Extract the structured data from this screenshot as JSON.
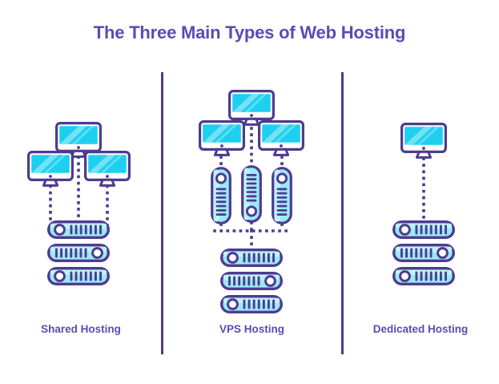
{
  "title": "The Three Main Types of Web Hosting",
  "theme": {
    "background": "#ffffff",
    "outline": "#4e3b8f",
    "title_color": "#5b4ab5",
    "label_color": "#5b4ab5",
    "screen_cyan": "#1ed0ef",
    "screen_cyan_dark": "#16c3e4",
    "screen_highlight": "#b8f0fb",
    "server_fill": "#9ae9f7",
    "server_fill_light": "#bdf2fb",
    "bar_color": "#4e3b8f",
    "dot_color": "#4e3b8f",
    "divider_color": "#4e3b8f"
  },
  "panels": [
    {
      "id": "shared",
      "label": "Shared Hosting",
      "monitors": 3,
      "layout": "one-top-two-below",
      "server_units": 3,
      "vps_nodes": 0
    },
    {
      "id": "vps",
      "label": "VPS Hosting",
      "monitors": 3,
      "layout": "one-top-two-below",
      "server_units": 3,
      "vps_nodes": 3
    },
    {
      "id": "dedicated",
      "label": "Dedicated Hosting",
      "monitors": 1,
      "layout": "single",
      "server_units": 3,
      "vps_nodes": 0
    }
  ],
  "icons": {
    "monitor": "desktop-monitor-icon",
    "server_unit": "server-rack-unit-icon",
    "vps_node": "virtual-server-node-icon",
    "connector": "dotted-connector-line"
  }
}
